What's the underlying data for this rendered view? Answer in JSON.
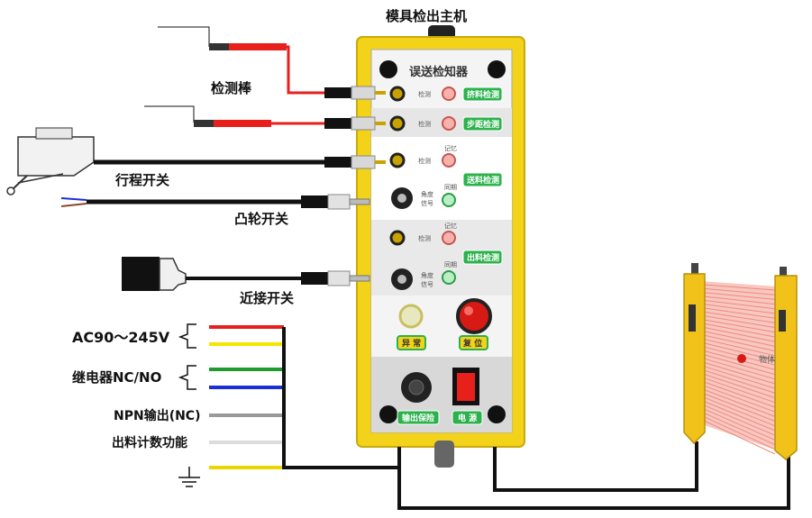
{
  "title": "模具检出主机",
  "device_title": "误送检知器",
  "labels": {
    "probe": "检测棒",
    "travel_switch": "行程开关",
    "cam_switch": "凸轮开关",
    "proximity_switch": "近接开关",
    "power": "AC90～245V",
    "relay": "继电器NC/NO",
    "npn": "NPN输出(NC)",
    "counter": "出料计数功能"
  },
  "panel": {
    "detect_small": "检测",
    "memory_small": "记忆",
    "sync_small": "同期",
    "angle_small_1": "角度",
    "angle_small_2": "信号",
    "btn_extrude": "挤料检测",
    "btn_pitch": "步距检测",
    "btn_feed": "送料检测",
    "btn_discharge": "出料检测",
    "btn_abnormal": "异 常",
    "btn_reset": "复 位",
    "btn_output_protect": "输出保险",
    "btn_power": "电 源"
  },
  "light_curtain_label": "物体",
  "wire_colors": {
    "red": "#e8201c",
    "yellow": "#f5e600",
    "green": "#1f9a2e",
    "blue": "#1b2fd6",
    "gray": "#9a9a9a",
    "white": "#dcdcdc",
    "ground": "#e8d800",
    "black": "#111111",
    "panel_yellow": "#f3d21a",
    "panel_green": "#2bb24c"
  }
}
